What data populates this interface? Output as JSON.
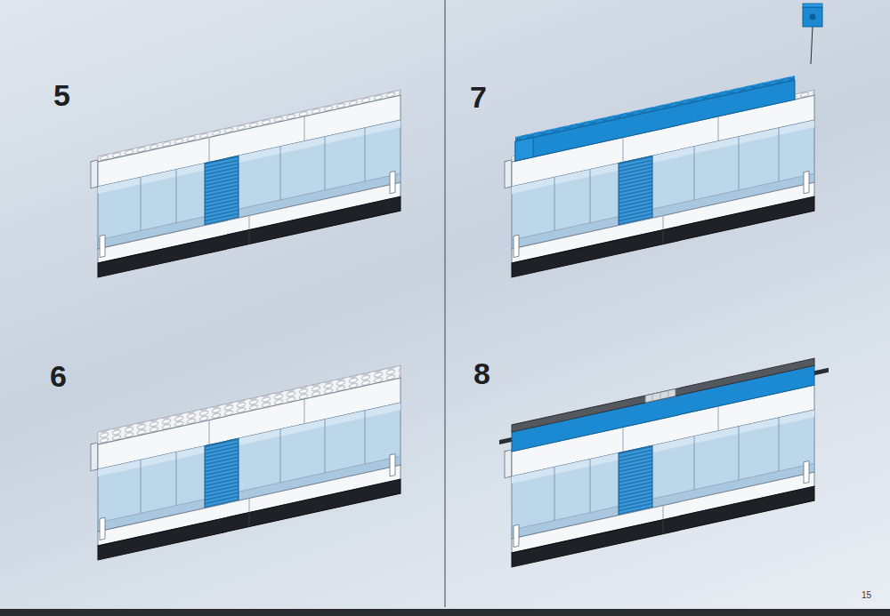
{
  "diagram": {
    "labels": [
      "5",
      "6",
      "7",
      "8",
      "15"
    ]
  }
}
